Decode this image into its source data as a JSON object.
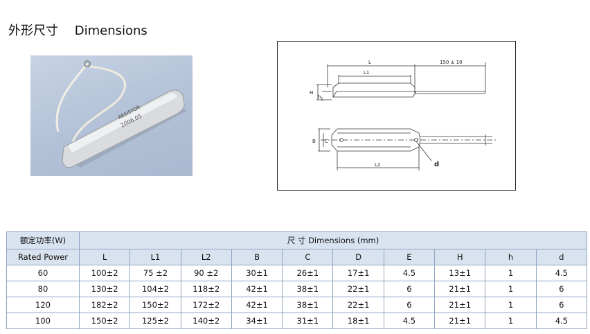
{
  "heading": {
    "cn": "外形尺寸",
    "en": "Dimensions"
  },
  "photo": {
    "brand": "RESISTOR",
    "date": "2006.05"
  },
  "drawing": {
    "labels": {
      "L": "L",
      "L1": "L1",
      "L2": "L2",
      "lead": "150 ± 10",
      "H": "H",
      "h": "h",
      "B": "B",
      "C": "C",
      "d": "d"
    }
  },
  "table": {
    "rated_cn": "额定功率(W)",
    "rated_en": "Rated Power",
    "dims_header": "尺  寸  Dimensions  (mm)",
    "columns": [
      "L",
      "L1",
      "L2",
      "B",
      "C",
      "D",
      "E",
      "H",
      "h",
      "d"
    ],
    "rows": [
      [
        "60",
        "100±2",
        "75 ±2",
        "90 ±2",
        "30±1",
        "26±1",
        "17±1",
        "4.5",
        "13±1",
        "1",
        "4.5"
      ],
      [
        "80",
        "130±2",
        "104±2",
        "118±2",
        "42±1",
        "38±1",
        "22±1",
        "6",
        "21±1",
        "1",
        "6"
      ],
      [
        "120",
        "182±2",
        "150±2",
        "172±2",
        "42±1",
        "38±1",
        "22±1",
        "6",
        "21±1",
        "1",
        "6"
      ],
      [
        "100",
        "150±2",
        "125±2",
        "140±2",
        "34±1",
        "31±1",
        "18±1",
        "4.5",
        "21±1",
        "1",
        "4.5"
      ]
    ]
  },
  "colors": {
    "header_bg": "#d9e2ef",
    "border": "#8fa4c2",
    "photo_bg": "#b2c1d7"
  }
}
